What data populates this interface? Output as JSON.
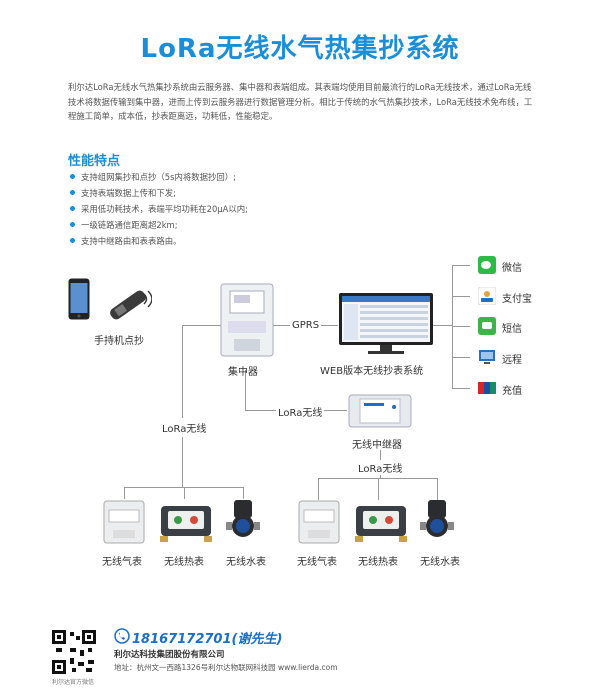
{
  "title": "LoRa无线水气热集抄系统",
  "intro": "利尔达LoRa无线水气热集抄系统由云服务器、集中器和表端组成。其表端均使用目前最流行的LoRa无线技术，通过LoRa无线技术将数据传输到集中器，进而上传到云服务器进行数据管理分析。相比于传统的水气热集抄技术，LoRa无线技术免布线，工程施工简单，成本低，抄表距离远，功耗低，性能稳定。",
  "features_title": "性能特点",
  "features": [
    "支持组网集抄和点抄（5s内将数据抄回）;",
    "支持表端数据上传和下发;",
    "采用低功耗技术，表端平均功耗在20μA以内;",
    "一级链路通信距离超2km;",
    "支持中继路由和表表路由。"
  ],
  "diagram": {
    "handheld": "手持机点抄",
    "concentrator": "集中器",
    "gprs": "GPRS",
    "web_system": "WEB版本无线抄表系统",
    "lora_left": "LoRa无线",
    "lora_mid": "LoRa无线",
    "repeater": "无线中继器",
    "lora_repeater": "LoRa无线",
    "channels": [
      "微信",
      "支付宝",
      "短信",
      "远程",
      "充值"
    ],
    "meters_left": [
      "无线气表",
      "无线热表",
      "无线水表"
    ],
    "meters_right": [
      "无线气表",
      "无线热表",
      "无线水表"
    ]
  },
  "footer": {
    "phone": "18167172701(谢先生)",
    "company": "利尔达科技集团股份有限公司",
    "address": "地址：杭州文一西路1326号利尔达物联网科技园 www.lierda.com",
    "qr_caption": "利尔达官方微信"
  },
  "colors": {
    "accent": "#1a8fd8",
    "line": "#999999"
  }
}
